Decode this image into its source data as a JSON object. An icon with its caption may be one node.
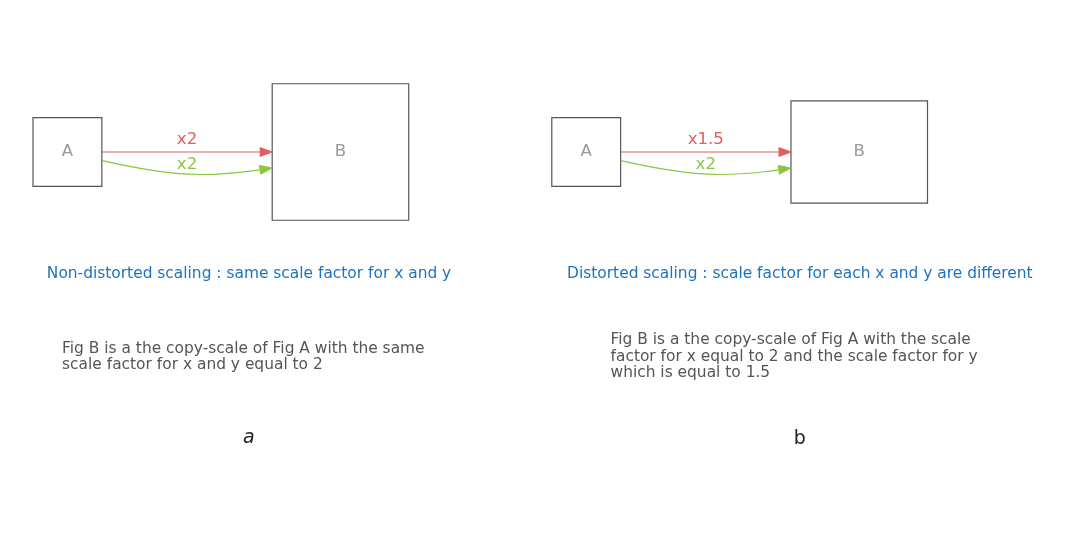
{
  "diagram": {
    "nodes": [
      {
        "text": [
          "A"
        ]
      },
      {
        "text": [
          "B"
        ]
      },
      {
        "text": [
          "A"
        ]
      },
      {
        "text": [
          "B"
        ]
      }
    ],
    "edges": [
      {
        "from": 0,
        "to": 1,
        "arrow": "to",
        "label": "x2",
        "color": "#e06060"
      },
      {
        "from": 0,
        "to": 1,
        "arrow": "to",
        "label": "x2",
        "color": "#8cc63f"
      },
      {
        "from": 2,
        "to": 3,
        "arrow": "to",
        "label": "x1.5",
        "color": "#e06060"
      },
      {
        "from": 2,
        "to": 3,
        "arrow": "to",
        "label": "x2",
        "color": "#8cc63f"
      }
    ],
    "labels": [
      "Non-distorted scaling : same scale factor for x and y",
      "Fig B is a the copy-scale of Fig A with the same scale factor for x and y equal to 2",
      "a",
      "Distorted scaling : scale factor for each x and y are different",
      "Fig B is a the copy-scale of Fig A with the scale factor for x equal to 2 and the scale factor for y which is equal to 1.5",
      "b"
    ]
  }
}
